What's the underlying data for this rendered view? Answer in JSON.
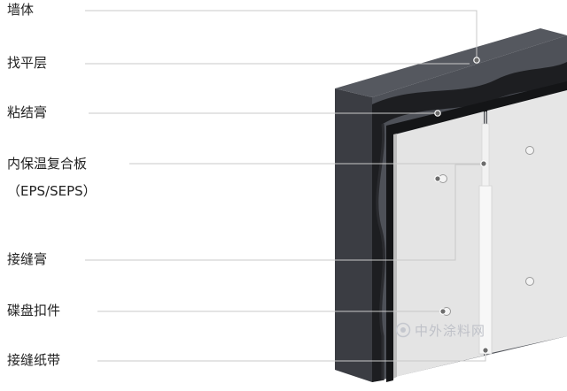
{
  "labels": [
    "墙体",
    "找平层",
    "粘结膏",
    "内保温复合板",
    "（EPS/SEPS）",
    "接缝膏",
    "碟盘扣件",
    "接缝纸带"
  ],
  "watermark": "中外涂料网",
  "colors": {
    "wall": "#4b4e55",
    "wall_side": "#3a3c42",
    "leveling_layer": "#1c1d20",
    "panel": "#e8e8e8",
    "text": "#222222",
    "leader": "#c9c9c9"
  }
}
